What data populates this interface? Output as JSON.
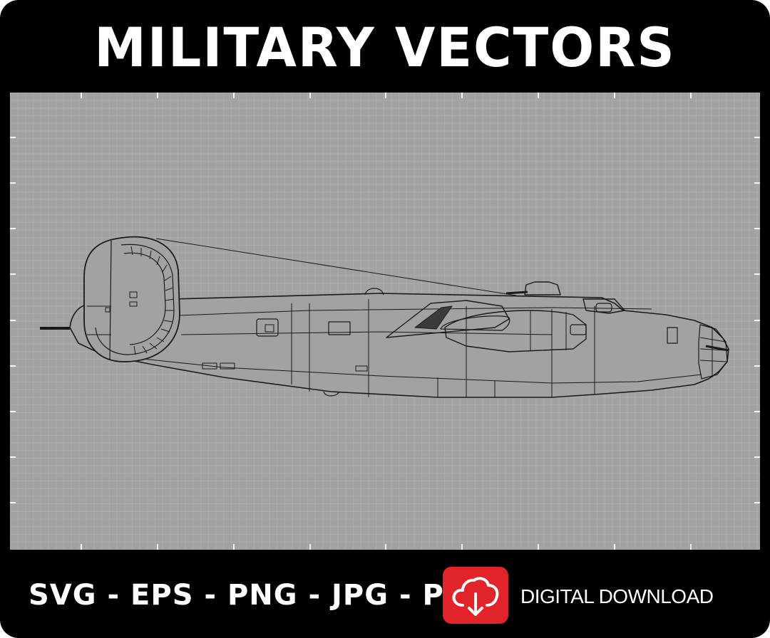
{
  "header": {
    "title": "MILITARY VECTORS"
  },
  "illustration": {
    "subject": "aircraft-side-profile-blueprint"
  },
  "footer": {
    "formats": "SVG - EPS - PNG - JPG - PDF",
    "download_label": "DIGITAL DOWNLOAD",
    "download_icon": "cloud-download-icon"
  },
  "colors": {
    "frame": "#000000",
    "blueprint_background": "#a2a2a2",
    "line_art": "#1a1a1a",
    "accent": "#e0242a",
    "text": "#ffffff"
  }
}
